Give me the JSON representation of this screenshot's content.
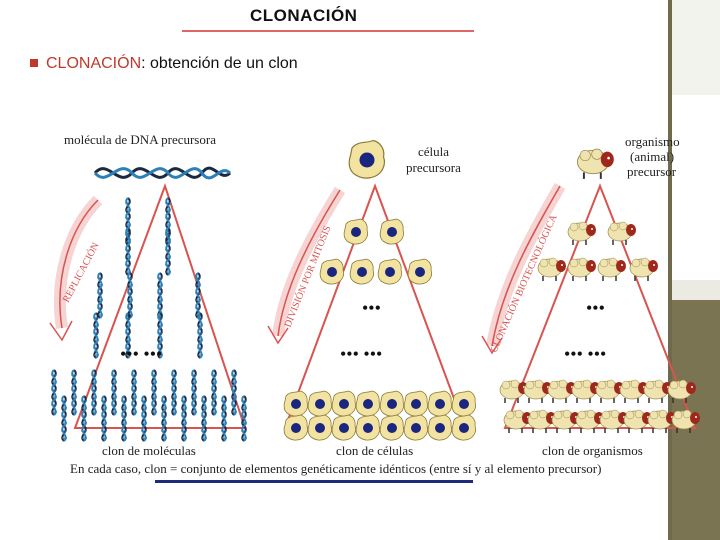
{
  "slide": {
    "title": "CLONACIÓN",
    "bullet": {
      "keyword": "CLONACIÓN",
      "text": ": obtención de un clon"
    }
  },
  "figure": {
    "left": {
      "top_label": "molécula de DNA precursora",
      "arrow_label": "REPLICACIÓN",
      "dots": "••• •••",
      "bottom_label": "clon de moléculas"
    },
    "middle": {
      "top_label_line1": "célula",
      "top_label_line2": "precursora",
      "arrow_label": "DIVISIÓN POR MITOSIS",
      "dots_1": "•••",
      "dots_2": "••• •••",
      "bottom_label": "clon de células"
    },
    "right": {
      "top_label_line1": "organismo",
      "top_label_line2": "(animal)",
      "top_label_line3": "precursor",
      "arrow_label": "CLONACIÓN BIOTECNOLÓGICA",
      "dots_1": "•••",
      "dots_2": "••• •••",
      "bottom_label": "clon de organismos"
    },
    "caption": "En cada caso, clon = conjunto de elementos genéticamente idénticos (entre sí y al elemento precursor)"
  },
  "colors": {
    "accent_red": "#c0392b",
    "title_rule": "#e06666",
    "arrow_red": "#d9534f",
    "cell_yellow": "#f3e3a1",
    "nucleus_blue": "#1a2580",
    "dna_blue": "#2d7fb8",
    "dna_dark": "#1b2a40",
    "sheep_wool": "#efe4b0",
    "sheep_face": "#a0281b",
    "caption_underline": "#1f2a7a"
  }
}
